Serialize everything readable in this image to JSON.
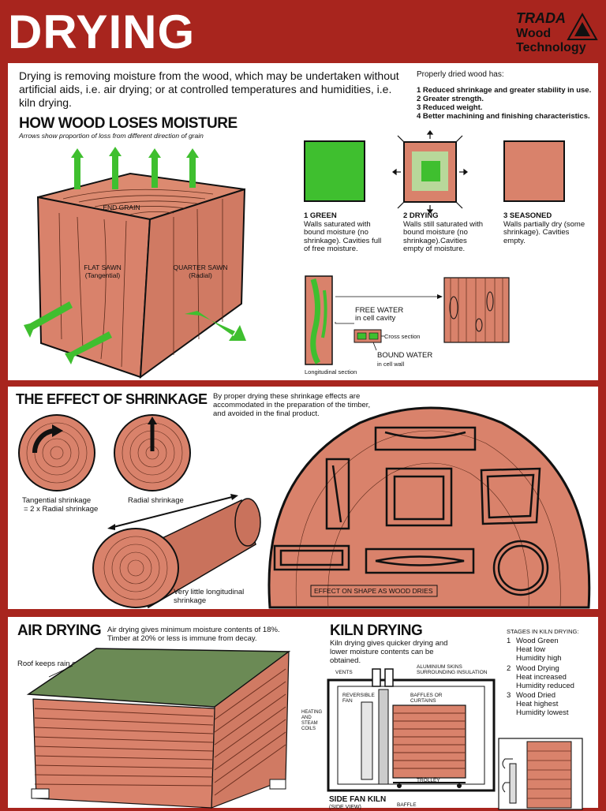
{
  "header": {
    "title": "DRYING",
    "logo_line1": "TRADA",
    "logo_line2": "Wood",
    "logo_line3": "Technology"
  },
  "intro": {
    "text": "Drying is removing moisture from the wood, which may be undertaken without artificial aids, i.e. air drying; or at controlled temperatures and humidities, i.e. kiln drying.",
    "benefits_title": "Properly dried wood has:",
    "benefits": [
      "1  Reduced shrinkage and greater stability in use.",
      "2  Greater strength.",
      "3  Reduced weight.",
      "4  Better machining and finishing characteristics."
    ]
  },
  "moisture": {
    "heading": "HOW WOOD LOSES MOISTURE",
    "subheading": "Arrows show proportion of loss from different direction of grain",
    "end_grain": "END GRAIN",
    "flat_sawn": "FLAT SAWN",
    "flat_sawn_sub": "(Tangential)",
    "quarter_sawn": "QUARTER SAWN",
    "quarter_sawn_sub": "(Radial)",
    "stages": [
      {
        "title": "1  GREEN",
        "text": "Walls saturated with bound moisture (no shrinkage). Cavities full of free moisture."
      },
      {
        "title": "2  DRYING",
        "text": "Walls still saturated with bound moisture (no shrinkage).Cavities empty of moisture."
      },
      {
        "title": "3  SEASONED",
        "text": "Walls partially dry (some shrinkage). Cavities empty."
      }
    ],
    "free_water": "FREE WATER",
    "free_water_sub": "in cell cavity",
    "cross_section": "Cross section",
    "bound_water": "BOUND WATER",
    "bound_water_sub": "in cell wall",
    "longitudinal": "Longitudinal section"
  },
  "shrinkage": {
    "heading": "THE EFFECT OF SHRINKAGE",
    "note": "By proper drying these shrinkage effects are accommodated in the preparation of the timber, and avoided in the final product.",
    "tangential": "Tangential shrinkage",
    "tangential_eq": "=   2 x Radial shrinkage",
    "radial": "Radial shrinkage",
    "longitudinal": "Very little longitudinal shrinkage",
    "effect": "EFFECT ON SHAPE AS WOOD DRIES"
  },
  "air": {
    "heading": "AIR DRYING",
    "note": "Air drying gives minimum moisture contents of 18%. Timber at 20% or less is immune from decay.",
    "roof": "Roof keeps rain off"
  },
  "kiln": {
    "heading": "KILN DRYING",
    "note": "Kiln drying gives quicker drying and lower moisture contents can be obtained.",
    "vents": "VENTS",
    "skins": "ALUMINIUM SKINS SURROUNDING INSULATION",
    "fan": "REVERSIBLE FAN",
    "baffles": "BAFFLES OR CURTAINS",
    "coils": "HEATING AND STEAM COILS",
    "trolley": "TROLLEY",
    "side_fan": "SIDE FAN KILN",
    "side_view": "(SIDE VIEW)",
    "baffle": "BAFFLE",
    "stages_title": "STAGES IN KILN DRYING:",
    "stages": [
      {
        "n": "1",
        "lines": [
          "Wood Green",
          "Heat low",
          "Humidity high"
        ]
      },
      {
        "n": "2",
        "lines": [
          "Wood Drying",
          "Heat increased",
          "Humidity reduced"
        ]
      },
      {
        "n": "3",
        "lines": [
          "Wood Dried",
          "Heat highest",
          "Humidity lowest"
        ]
      }
    ]
  },
  "colors": {
    "brand_red": "#a8251e",
    "wood": "#d9826b",
    "green": "#3fbf2f",
    "roof": "#6b8a55"
  }
}
